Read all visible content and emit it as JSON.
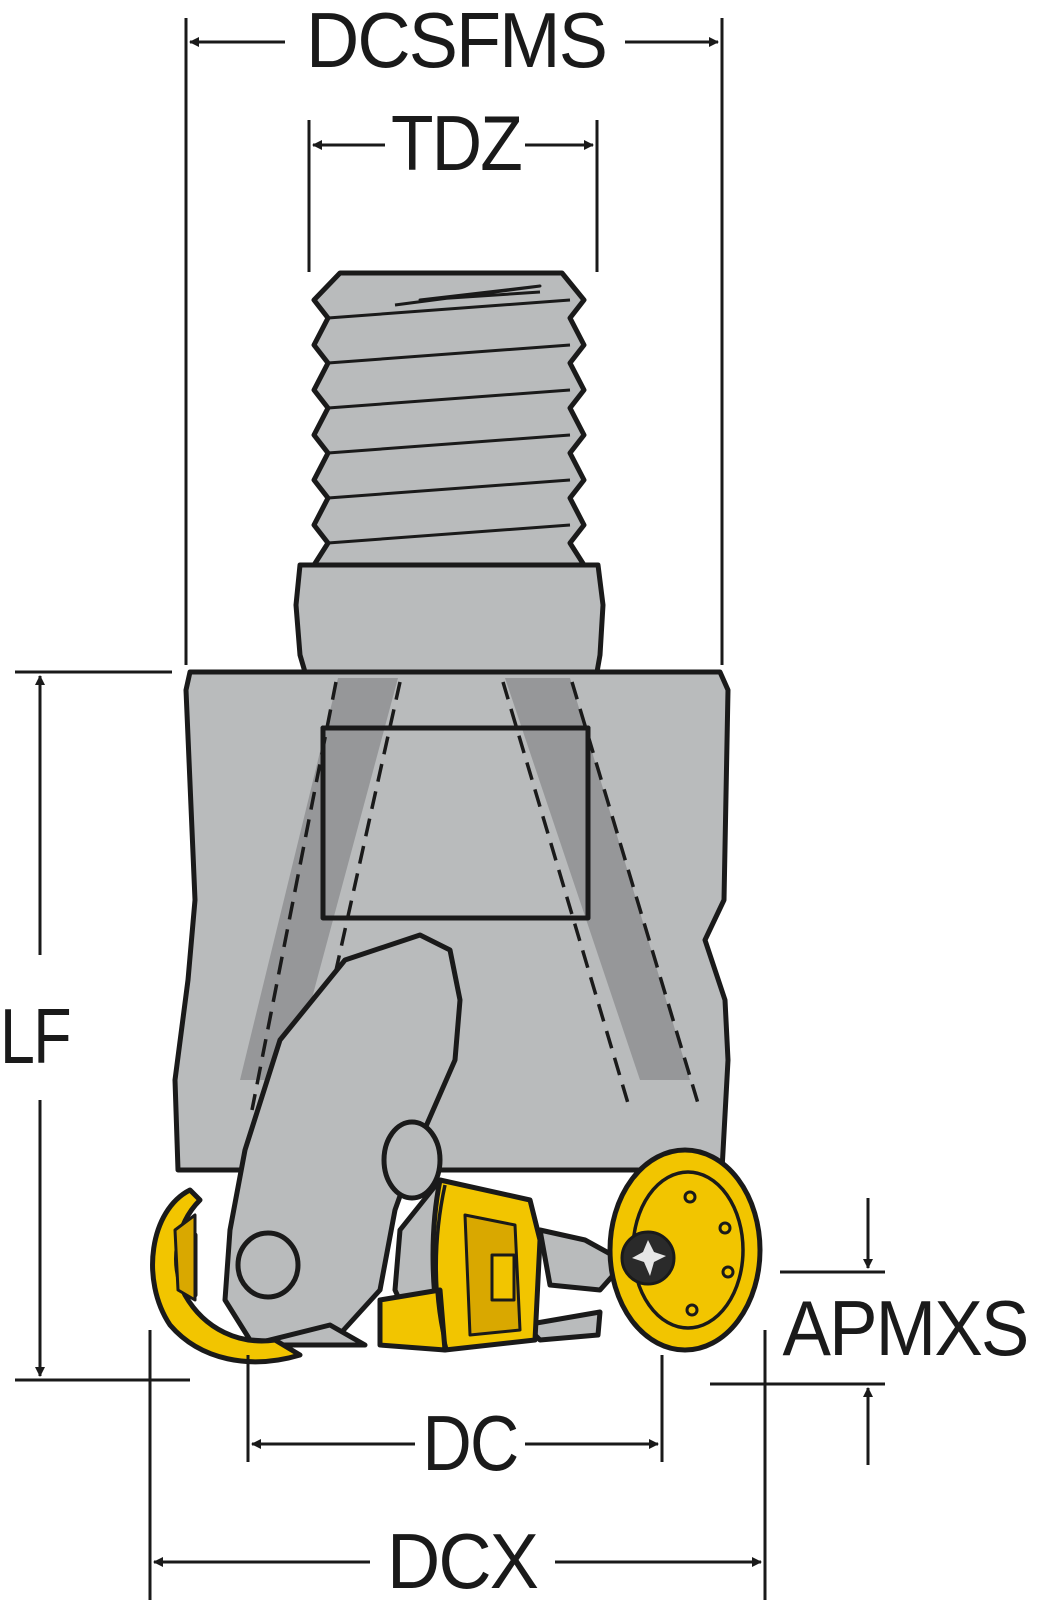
{
  "labels": {
    "dcsfms": "DCSFMS",
    "tdz": "TDZ",
    "lf": "LF",
    "apmxs": "APMXS",
    "dc": "DC",
    "dcx": "DCX"
  },
  "colors": {
    "body_gray": "#b9bbbc",
    "body_gray_dark": "#9a9c9e",
    "flute_gray": "#8f9193",
    "insert_yellow": "#f2c500",
    "insert_yellow_dark": "#d9a800",
    "outline": "#1a1a1a"
  }
}
